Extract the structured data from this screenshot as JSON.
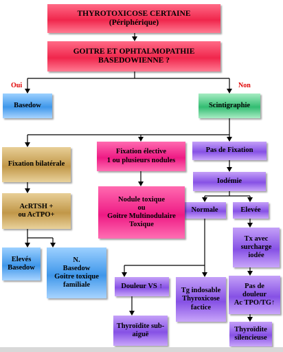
{
  "nodes": {
    "thyrotoxicose": [
      "THYROTOXICOSE CERTAINE",
      "(Périphérique)"
    ],
    "goitre": [
      "GOITRE ET OPHTALMOPATHIE",
      "BASEDOWIENNE ?"
    ],
    "basedow": [
      "Basedow"
    ],
    "scintigraphie": [
      "Scintigraphie"
    ],
    "fixation_bilaterale": [
      "Fixation bilatérale"
    ],
    "fixation_elective": [
      "Fixation élective",
      "1 ou plusieurs  nodules"
    ],
    "pas_de_fixation": [
      "Pas de Fixation"
    ],
    "iodemie": [
      "Iodémie"
    ],
    "normale": [
      "Normale"
    ],
    "elevee": [
      "Elevée"
    ],
    "acrtsh": [
      "AcRTSH +",
      "ou AcTPO+"
    ],
    "nodule_toxique": [
      "Nodule toxique",
      "ou",
      "Goitre Multinodulaire",
      "Toxique"
    ],
    "tx_surcharge": [
      "Tx avec",
      "surcharge",
      "iodée"
    ],
    "eleves_basedow": [
      "Elevés",
      "Basedow"
    ],
    "n_basedow": [
      "N.",
      "Basedow",
      "Goitre toxique",
      "familiale"
    ],
    "douleur_vs": [
      "Douleur VS ↑"
    ],
    "tg_indosable": [
      "Tg indosable",
      "Thyroxicose",
      "factice"
    ],
    "pas_de_douleur": [
      "Pas de",
      "douleur",
      "Ac TPO/TG↑"
    ],
    "thyroidite_subaigue": [
      "Thyroïdite sub-",
      "aiguë"
    ],
    "thyroidite_silencieuse": [
      "Thyroïdite",
      "silencieuse"
    ]
  },
  "labels": {
    "oui": "Oui",
    "non": "Non"
  },
  "colors": {
    "red": "#f0264c",
    "pink": "#ee1a84",
    "blue": "#3f97ea",
    "green": "#33bd72",
    "tan": "#c19748",
    "purple": "#8651e5",
    "label_red": "#e00000",
    "connector": "#000000"
  }
}
